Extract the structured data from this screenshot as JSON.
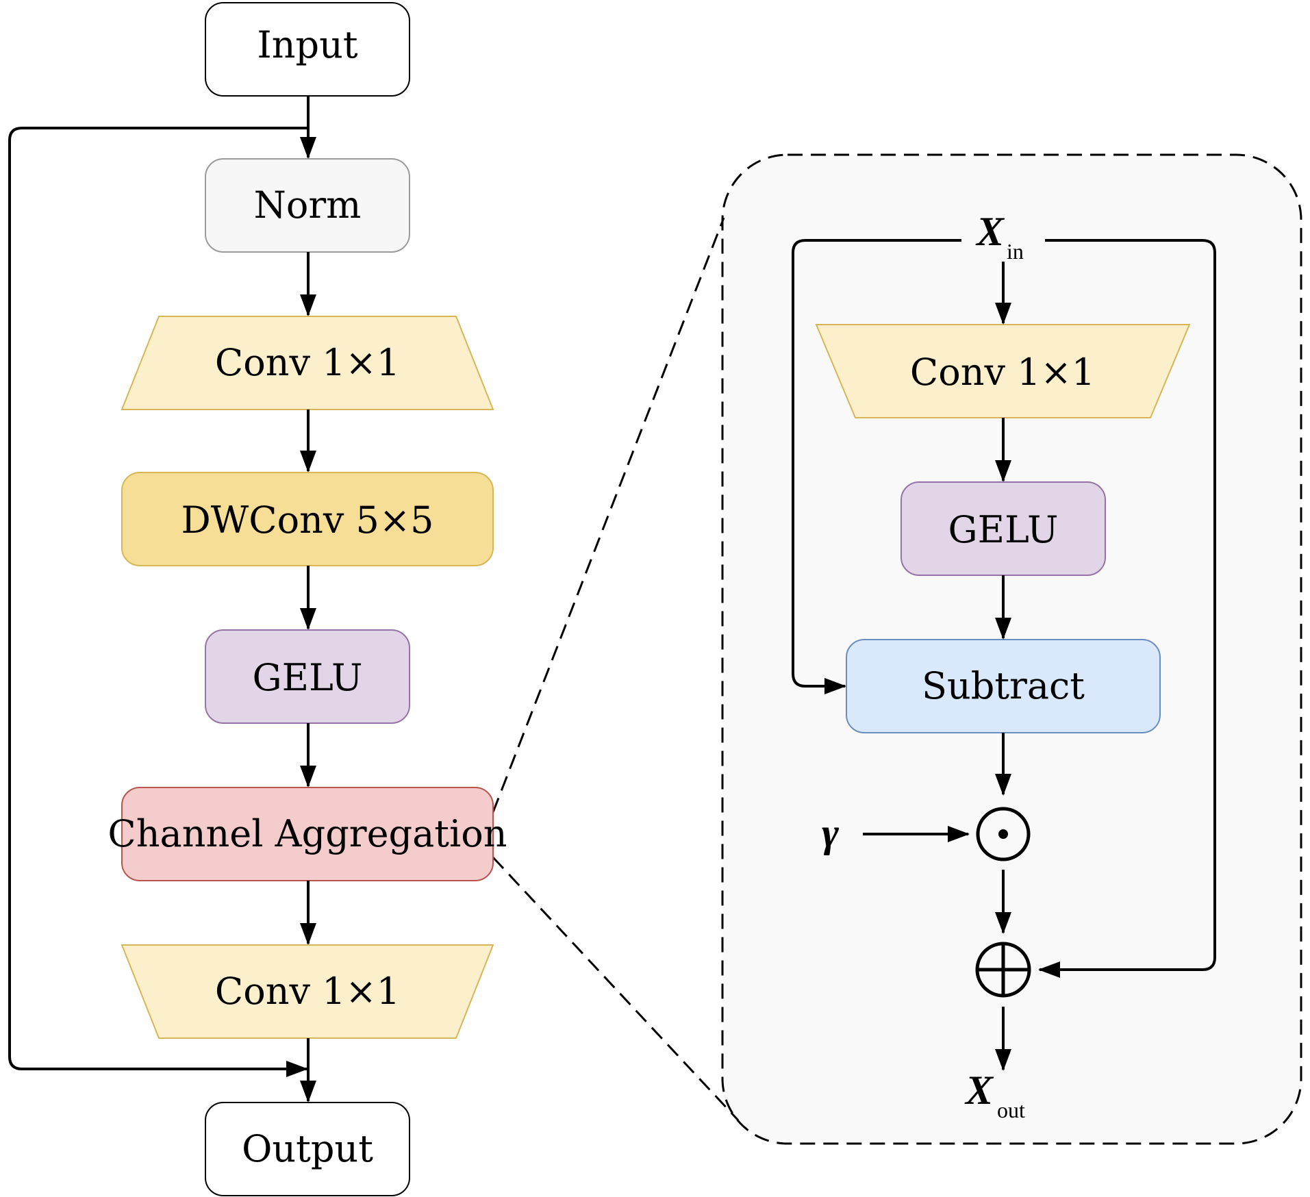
{
  "left_pipeline": {
    "input": "Input",
    "norm": "Norm",
    "conv_top": "Conv 1×1",
    "dwconv": "DWConv 5×5",
    "gelu": "GELU",
    "channel_aggregation": "Channel Aggregation",
    "conv_bottom": "Conv 1×1",
    "output": "Output"
  },
  "detail": {
    "x_in": "X",
    "x_in_sub": "in",
    "conv": "Conv 1×1",
    "gelu": "GELU",
    "subtract": "Subtract",
    "gamma": "γ",
    "x_out": "X",
    "x_out_sub": "out"
  },
  "colors": {
    "input_fill": "#ffffff",
    "norm_fill": "#f7f7f7",
    "conv_fill": "#fcefcb",
    "dwconv_fill": "#f6de97",
    "gelu_fill": "#e1d5e7",
    "channel_fill": "#f4cccc",
    "subtract_fill": "#dae8fc",
    "detail_panel_fill": "#f9f9f9"
  },
  "icons": {
    "multiply": "circled-dot-icon",
    "add": "circled-plus-icon"
  }
}
